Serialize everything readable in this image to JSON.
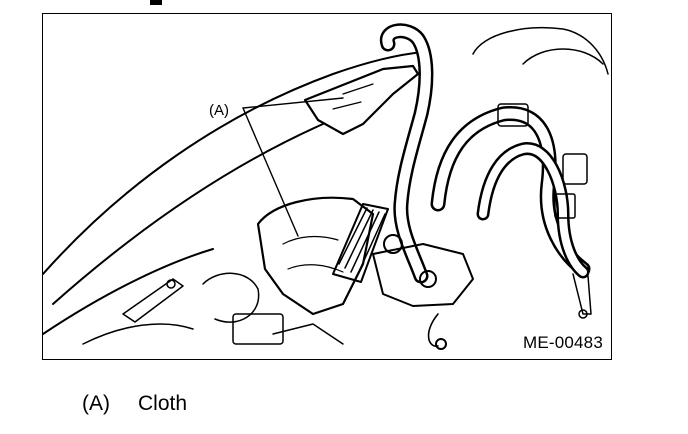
{
  "figure": {
    "callout_label": "(A)",
    "figure_code": "ME-00483"
  },
  "legend": {
    "items": [
      {
        "key": "(A)",
        "text": "Cloth"
      }
    ]
  }
}
